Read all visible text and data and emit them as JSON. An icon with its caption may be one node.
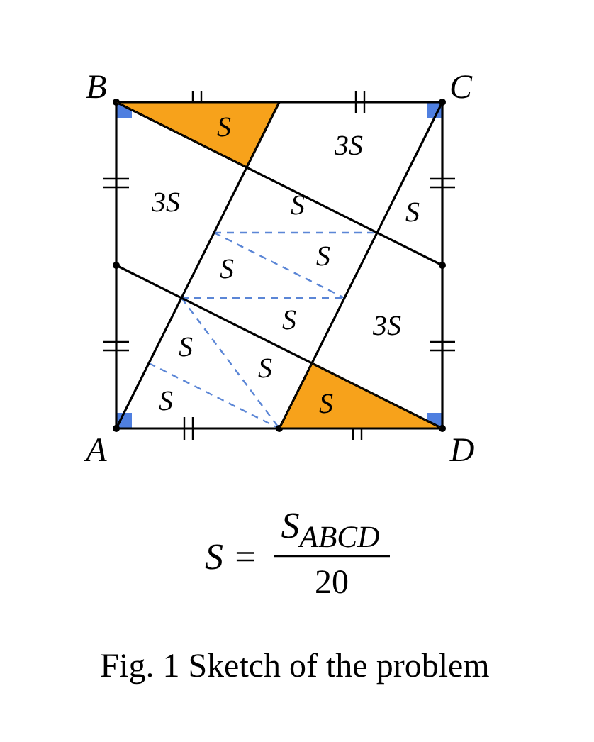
{
  "diagram": {
    "caption": "Fig. 1 Sketch of the problem",
    "nodes": [
      {
        "text": [
          "S"
        ]
      },
      {
        "text": [
          "S"
        ]
      }
    ],
    "labels": [
      "B",
      "C",
      "3S",
      "3S",
      "S",
      "S",
      "S",
      "S",
      "S",
      "3S",
      "S",
      "S",
      "S",
      "A",
      "D",
      "S =",
      "S$_{ABCD}$",
      "20"
    ]
  }
}
